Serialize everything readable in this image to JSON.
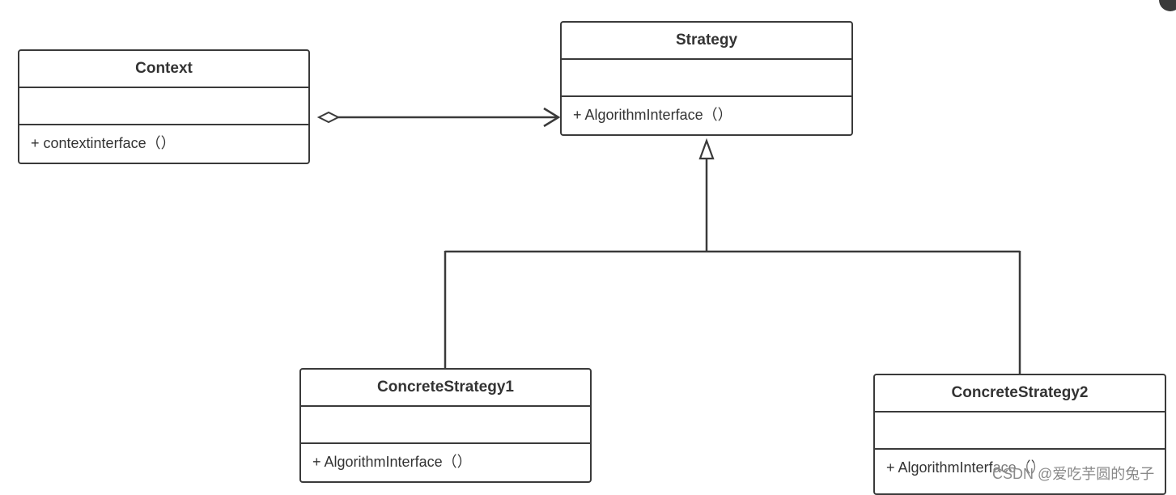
{
  "colors": {
    "line": "#3a3a3a",
    "text": "#333333",
    "background": "#ffffff"
  },
  "classes": {
    "context": {
      "name": "Context",
      "operation": "+ contextinterface（）"
    },
    "strategy": {
      "name": "Strategy",
      "operation": "+ AlgorithmInterface（）"
    },
    "concrete1": {
      "name": "ConcreteStrategy1",
      "operation": "+ AlgorithmInterface（）"
    },
    "concrete2": {
      "name": "ConcreteStrategy2",
      "operation": "+ AlgorithmInterface（）"
    }
  },
  "relations": [
    {
      "type": "aggregation",
      "from": "Context",
      "to": "Strategy"
    },
    {
      "type": "generalization",
      "from": "ConcreteStrategy1",
      "to": "Strategy"
    },
    {
      "type": "generalization",
      "from": "ConcreteStrategy2",
      "to": "Strategy"
    }
  ],
  "watermark": "CSDN @爱吃芋圆的兔子"
}
